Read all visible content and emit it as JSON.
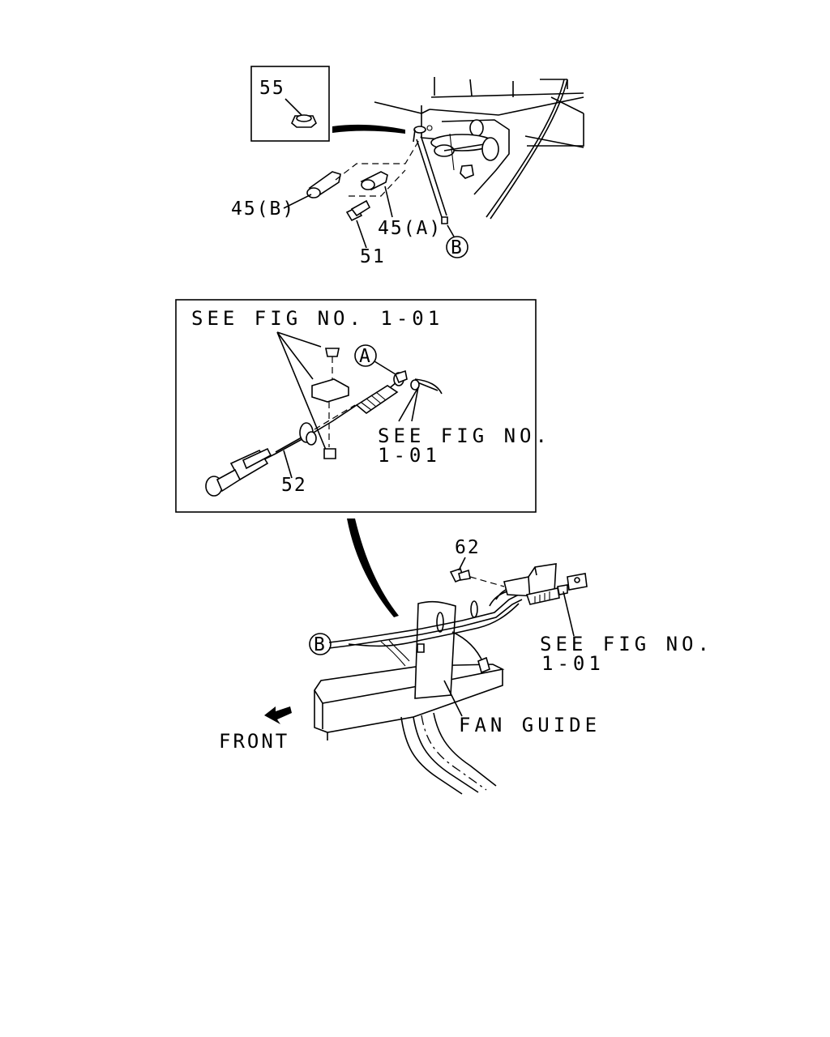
{
  "callouts": {
    "part_55": "55",
    "part_45b": "45(B)",
    "part_45a": "45(A)",
    "part_51": "51",
    "part_52": "52",
    "part_62": "62",
    "ref_a": "A",
    "ref_b_top": "B",
    "ref_b_bottom": "B"
  },
  "inset": {
    "see_fig_top": "SEE FIG NO. 1-01",
    "see_fig_right_line1": "SEE FIG NO.",
    "see_fig_right_line2": "1-01"
  },
  "lower": {
    "see_fig_line1": "SEE FIG NO.",
    "see_fig_line2": "1-01",
    "fan_guide": "FAN GUIDE",
    "front": "FRONT"
  },
  "icons": [
    "front-arrow-icon",
    "ref-circle-a-icon",
    "ref-circle-b-icon"
  ]
}
